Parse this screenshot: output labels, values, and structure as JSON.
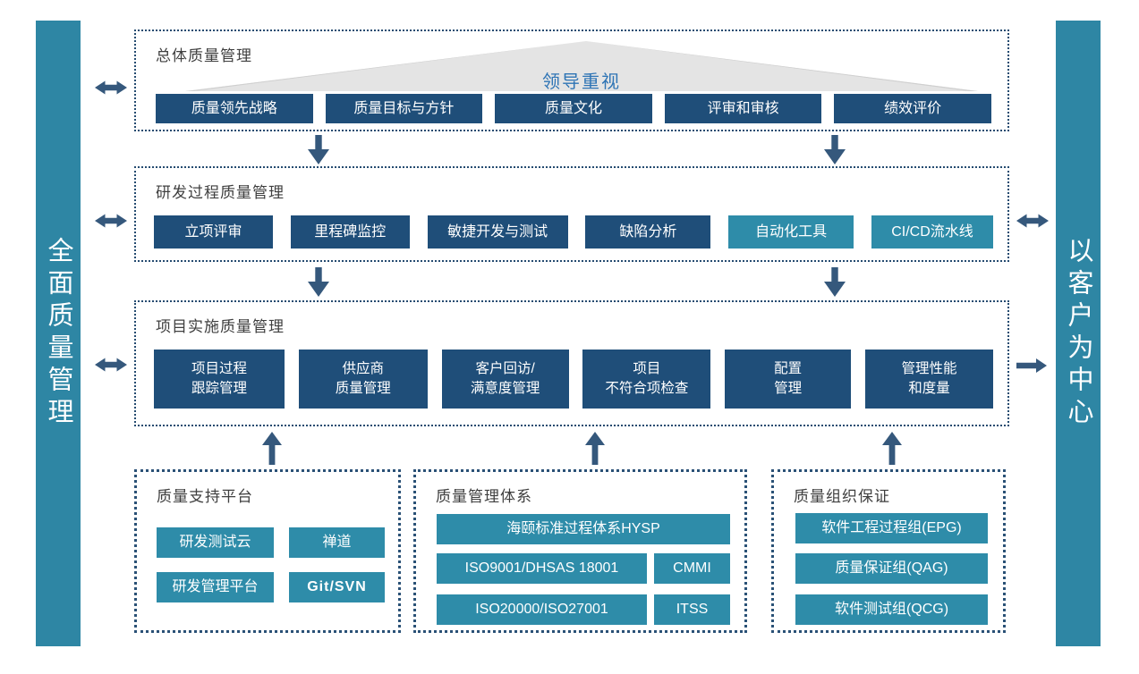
{
  "palette": {
    "dark_block": "#1F4E79",
    "teal_block": "#2E8CA9",
    "side_banner": "#2E86A4",
    "dotted_border": "#254B70",
    "arrow": "#35587C",
    "banner_text": "#2E74B5",
    "triangle_fill": "#E4E4E4",
    "title_text": "#3F3F3F"
  },
  "icons": {
    "double_arrow": "double-headed-arrow",
    "down_arrow": "down-arrow",
    "up_arrow": "up-arrow",
    "right_arrow": "right-arrow",
    "triangle": "leadership-triangle"
  },
  "banners": {
    "left": "全面质量管理",
    "right": "以客户为中心"
  },
  "sections": {
    "overall": {
      "title": "总体质量管理",
      "banner": "领导重视",
      "items": [
        "质量领先战略",
        "质量目标与方针",
        "质量文化",
        "评审和审核",
        "绩效评价"
      ]
    },
    "rd": {
      "title": "研发过程质量管理",
      "items": [
        "立项评审",
        "里程碑监控",
        "敏捷开发与测试",
        "缺陷分析",
        "自动化工具",
        "CI/CD流水线"
      ]
    },
    "impl": {
      "title": "项目实施质量管理",
      "items": [
        [
          "项目过程",
          "跟踪管理"
        ],
        [
          "供应商",
          "质量管理"
        ],
        [
          "客户回访/",
          "满意度管理"
        ],
        [
          "项目",
          "不符合项检查"
        ],
        [
          "配置",
          "管理"
        ],
        [
          "管理性能",
          "和度量"
        ]
      ]
    },
    "support": {
      "title": "质量支持平台",
      "items": [
        "研发测试云",
        "禅道",
        "研发管理平台",
        "Git/SVN"
      ]
    },
    "system": {
      "title": "质量管理体系",
      "hysp": "海颐标准过程体系HYSP",
      "items": [
        "ISO9001/DHSAS 18001",
        "CMMI",
        "ISO20000/ISO27001",
        "ITSS"
      ]
    },
    "org": {
      "title": "质量组织保证",
      "items": [
        "软件工程过程组(EPG)",
        "质量保证组(QAG)",
        "软件测试组(QCG)"
      ]
    }
  }
}
